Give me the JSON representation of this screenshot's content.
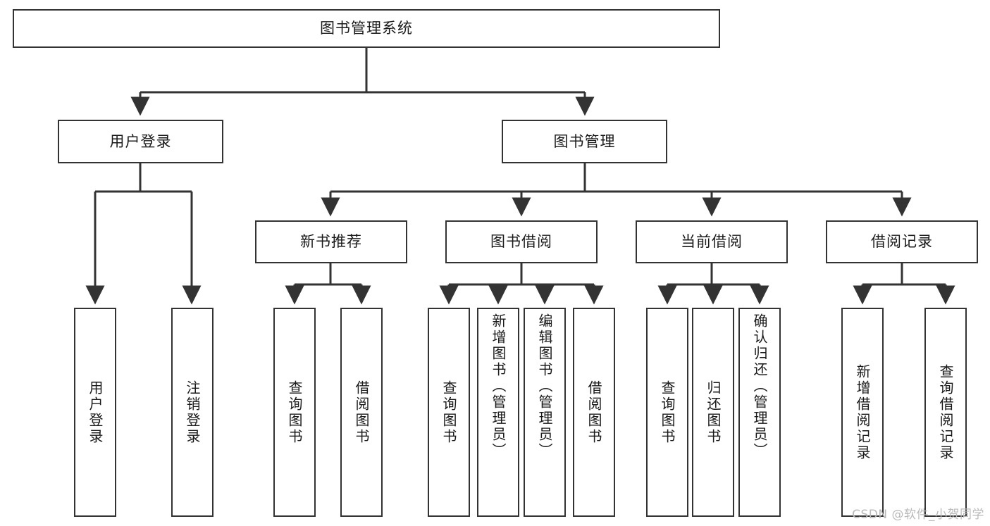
{
  "diagram": {
    "title": "图书管理系统",
    "type": "tree-hierarchy-diagram",
    "stroke_color": "#333333",
    "fill_color": "#ffffff",
    "text_color": "#1a1a1a",
    "watermark": "CSDN @软件_小贺同学"
  },
  "nodes": {
    "root": {
      "label": "图书管理系统"
    },
    "level2": [
      {
        "id": "user-login",
        "label": "用户登录"
      },
      {
        "id": "book-management",
        "label": "图书管理"
      }
    ],
    "level3": [
      {
        "id": "new-book-recommend",
        "label": "新书推荐"
      },
      {
        "id": "book-borrow",
        "label": "图书借阅"
      },
      {
        "id": "current-borrow",
        "label": "当前借阅"
      },
      {
        "id": "borrow-record",
        "label": "借阅记录"
      }
    ],
    "leaves": {
      "user_login": [
        {
          "id": "leaf-user-login",
          "label": "用户登录"
        },
        {
          "id": "leaf-logout-login",
          "label": "注销登录"
        }
      ],
      "new_book_recommend": [
        {
          "id": "leaf-query-book-1",
          "label": "查询图书"
        },
        {
          "id": "leaf-borrow-book-1",
          "label": "借阅图书"
        }
      ],
      "book_borrow": [
        {
          "id": "leaf-query-book-2",
          "label": "查询图书"
        },
        {
          "id": "leaf-add-book",
          "label": "新增图书（管理员）"
        },
        {
          "id": "leaf-edit-book",
          "label": "编辑图书（管理员）"
        },
        {
          "id": "leaf-borrow-book-2",
          "label": "借阅图书"
        }
      ],
      "current_borrow": [
        {
          "id": "leaf-query-book-3",
          "label": "查询图书"
        },
        {
          "id": "leaf-return-book",
          "label": "归还图书"
        },
        {
          "id": "leaf-confirm-return",
          "label": "确认归还（管理员）"
        }
      ],
      "borrow_record": [
        {
          "id": "leaf-add-record",
          "label": "新增借阅记录"
        },
        {
          "id": "leaf-query-record",
          "label": "查询借阅记录"
        }
      ]
    }
  }
}
